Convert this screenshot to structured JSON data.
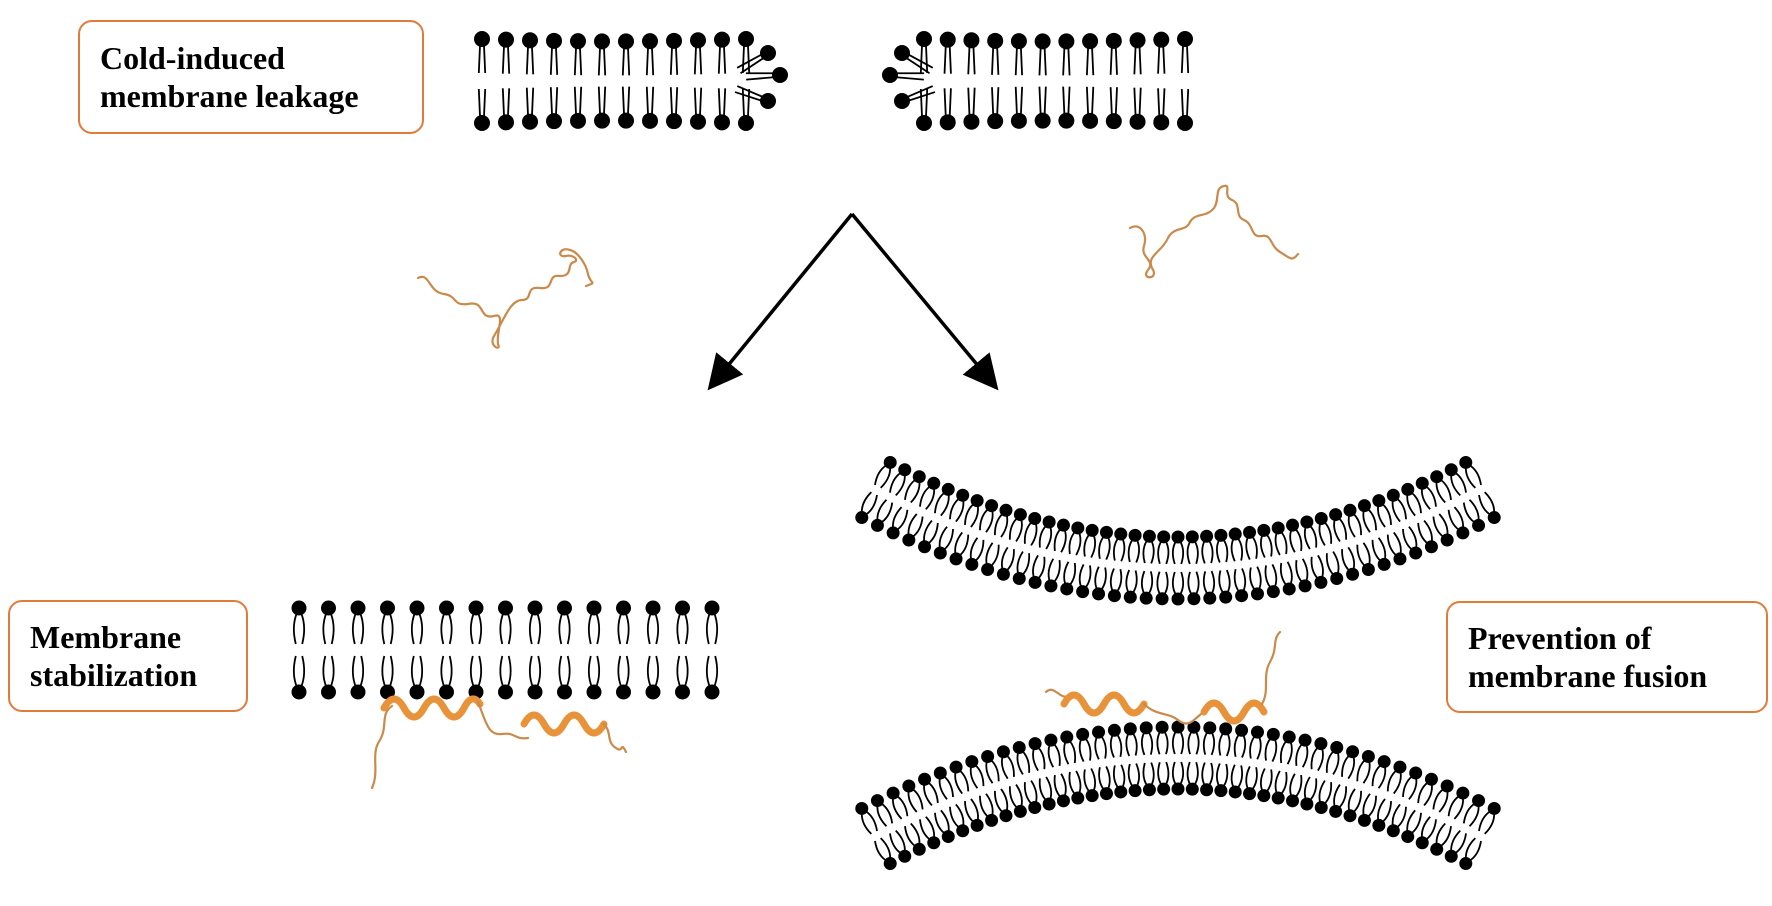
{
  "labels": {
    "leakage": {
      "line1": "Cold-induced",
      "line2": "membrane leakage"
    },
    "stabilization": {
      "line1": "Membrane",
      "line2": "stabilization"
    },
    "fusion": {
      "line1": "Prevention of",
      "line2": "membrane fusion"
    }
  },
  "colors": {
    "lipid": "#000000",
    "protein": "#c98a4b",
    "helix": "#e8923a",
    "box_border": "#e07b39",
    "arrow": "#000000"
  }
}
